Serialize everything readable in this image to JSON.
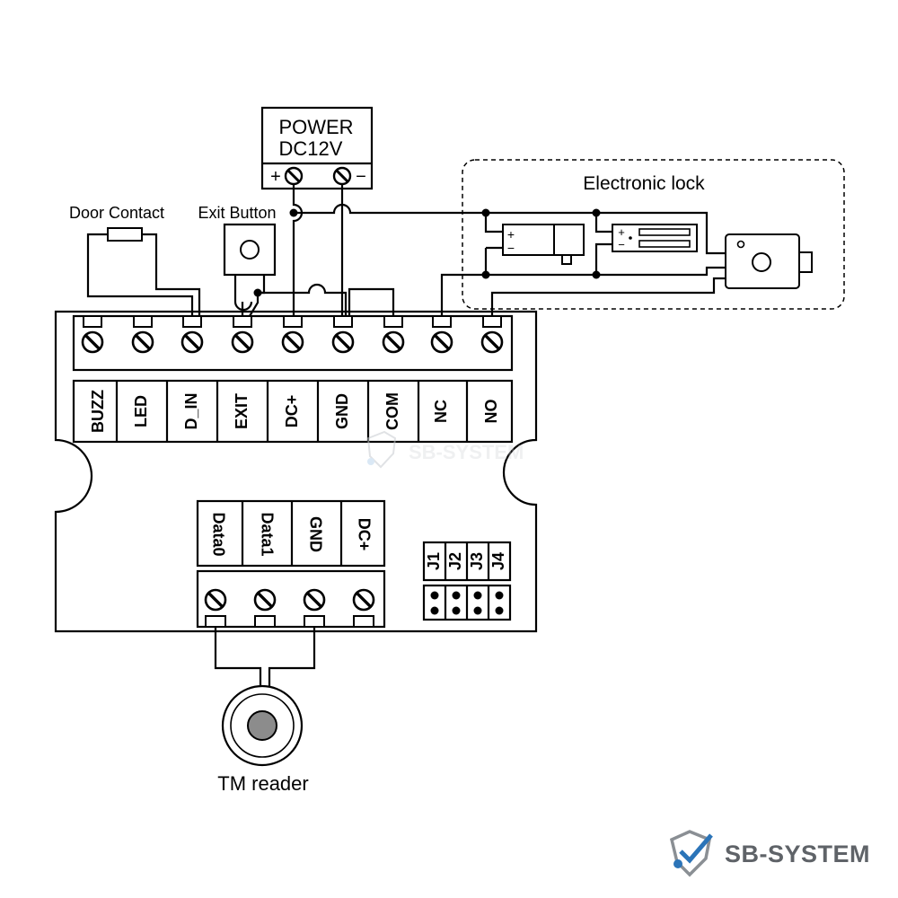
{
  "power": {
    "line1": "POWER",
    "line2": "DC12V",
    "plus": "+",
    "minus": "−"
  },
  "labels": {
    "door_contact": "Door Contact",
    "exit_button": "Exit Button",
    "electronic_lock": "Electronic lock",
    "tm_reader": "TM reader"
  },
  "main_terminals": [
    "BUZZ",
    "LED",
    "D_IN",
    "EXIT",
    "DC+",
    "GND",
    "COM",
    "NC",
    "NO"
  ],
  "reader_terminals": [
    "Data0",
    "Data1",
    "GND",
    "DC+"
  ],
  "jumpers": [
    "J1",
    "J2",
    "J3",
    "J4"
  ],
  "lock": {
    "plus": "+",
    "minus": "−"
  },
  "watermark": "SB-SYSTEM",
  "brand": {
    "name": "SB-SYSTEM",
    "colors": {
      "shield": "#8a8f94",
      "check": "#2b74b8",
      "text": "#5f6368"
    }
  }
}
